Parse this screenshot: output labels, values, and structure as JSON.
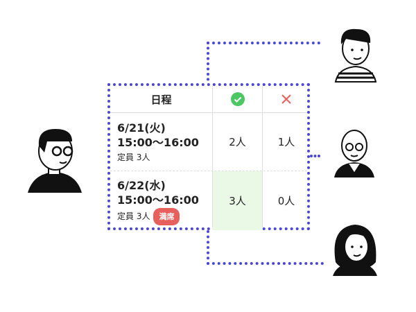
{
  "table": {
    "header": {
      "date": "日程",
      "yes_icon": "check-circle-icon",
      "no_icon": "x-icon"
    },
    "rows": [
      {
        "date": "6/21(火)",
        "time": "15:00〜16:00",
        "capacity": "定員 3人",
        "badge": null,
        "yes": "2人",
        "no": "1人"
      },
      {
        "date": "6/22(水)",
        "time": "15:00〜16:00",
        "capacity": "定員 3人",
        "badge": "満席",
        "yes": "3人",
        "no": "0人"
      }
    ]
  },
  "colors": {
    "accent": "#4a47d6",
    "yes": "#4cc764",
    "no": "#e8605d",
    "highlight": "#eaf8e6"
  }
}
